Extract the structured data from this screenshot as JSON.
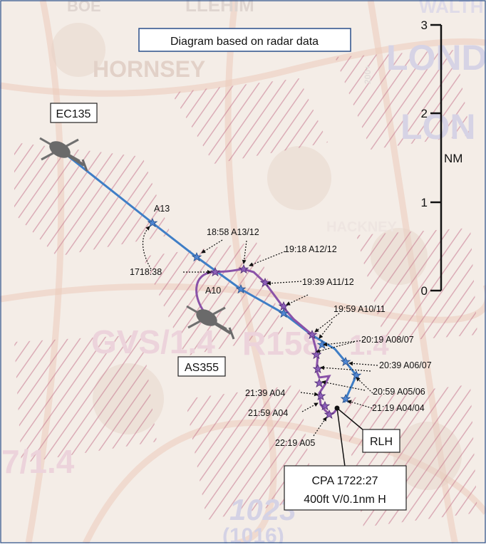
{
  "diagram": {
    "title": "Diagram based on radar data",
    "colors": {
      "ec135_track": "#3f7ec6",
      "as355_track": "#8a52a8",
      "star_ec135": "#4f86d2",
      "star_as355": "#8c5fb8",
      "frame_border": "#2a4f8a",
      "map_hatch": "#a23a5c",
      "map_bg": "#eee1d8"
    },
    "aircraft": {
      "ec135": {
        "label": "EC135",
        "icon": "helicopter-icon"
      },
      "as355": {
        "label": "AS355",
        "icon": "helicopter-icon"
      },
      "rlh": {
        "label": "RLH"
      }
    },
    "scale": {
      "unit": "NM",
      "ticks": [
        "3",
        "2",
        "1",
        "0"
      ]
    },
    "cpa": {
      "line1": "CPA 1722:27",
      "line2": "400ft V/0.1nm H"
    },
    "altitude_labels": {
      "ec135_a13": "A13",
      "as355_a10": "A10"
    },
    "time_labels": [
      "1718:38",
      "18:58 A13/12",
      "19:18 A12/12",
      "19:39 A11/12",
      "19:59 A10/11",
      "20:19 A08/07",
      "20:39 A06/07",
      "20:59 A05/06",
      "21:19 A04/04",
      "21:39 A04",
      "21:59 A04",
      "22:19 A05"
    ],
    "map_words": {
      "hornsey": "HORNSEY",
      "hackney": "HACKNEY",
      "lond1": "LOND",
      "lond2": "LON",
      "walth": "WALTH",
      "gvs": "GVS/1.4",
      "r158": "R158",
      "r14": "1.4",
      "v71": "7/1.4",
      "n1023": "1023",
      "n1016": "(1016)",
      "n200": "200+",
      "top_left": "BOE",
      "top_mid": "LLEHIM"
    }
  }
}
